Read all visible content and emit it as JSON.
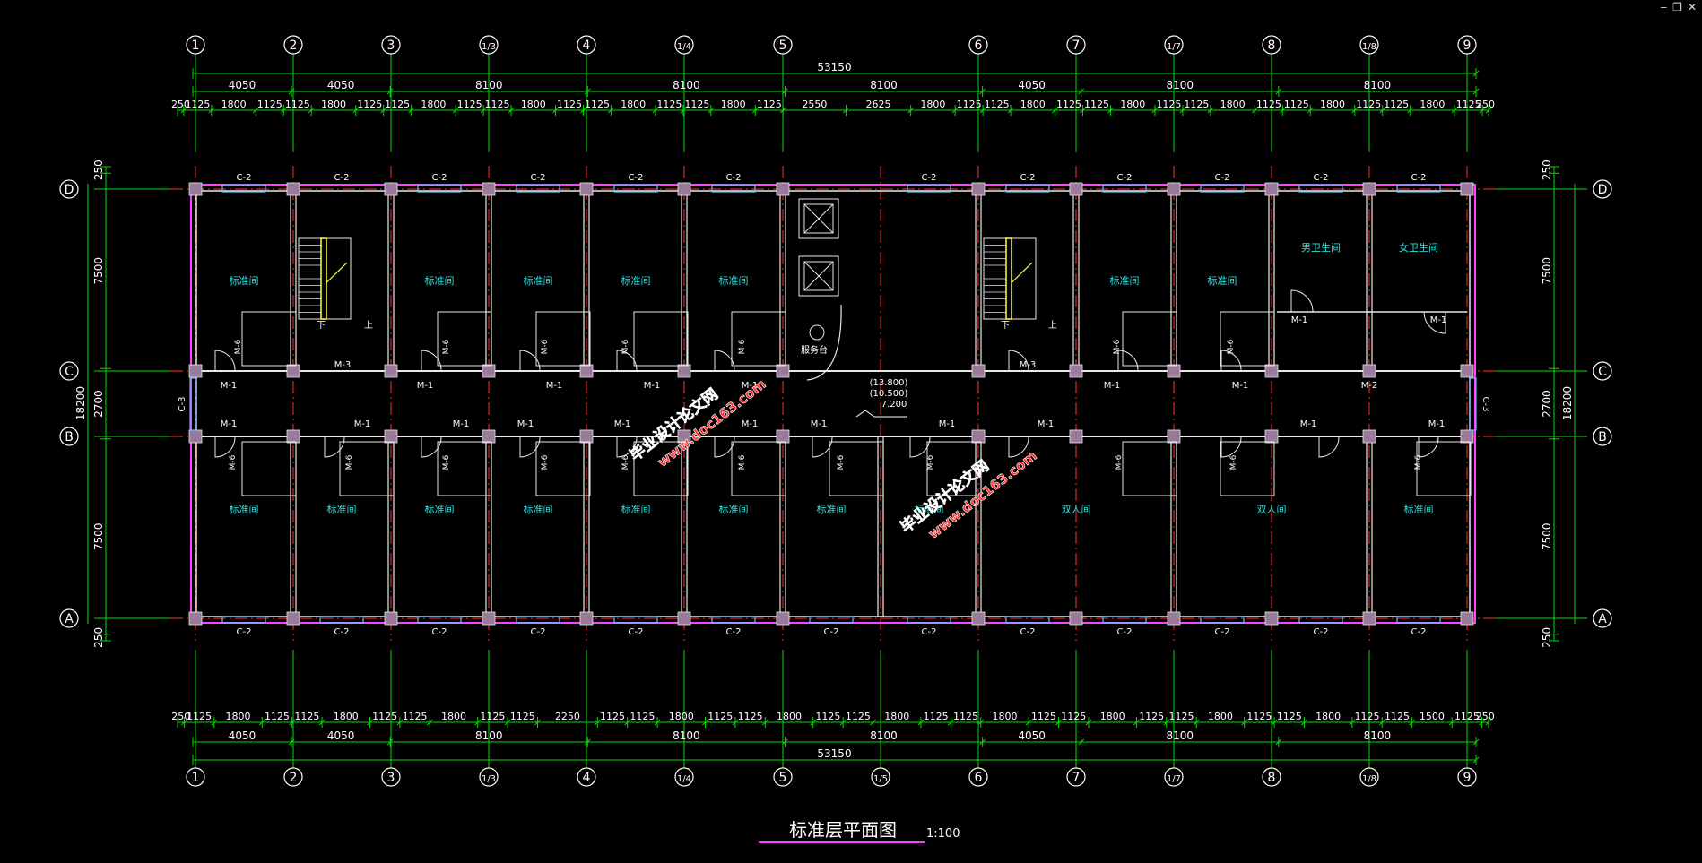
{
  "window": {
    "minimize": "‒",
    "restore": "❐",
    "close": "✕"
  },
  "colors": {
    "bg": "#000000",
    "dim": "#00dd00",
    "grid_axis": "#ff3030",
    "wall": "#e8e8e8",
    "wall_outer": "#ff40ff",
    "room_text": "#30e0e0",
    "label": "#ffffff",
    "window": "#60c0ff",
    "watermark": "#ff3030",
    "watermark_outline": "#ffffff",
    "title_line": "#ff40ff",
    "stair": "#ffff40",
    "column": "#9a7a9a"
  },
  "axes": {
    "top": [
      "1",
      "2",
      "3",
      "1/3",
      "4",
      "1/4",
      "5",
      "6",
      "7",
      "1/7",
      "8",
      "1/8",
      "9"
    ],
    "bottom": [
      "1",
      "2",
      "3",
      "1/3",
      "4",
      "1/4",
      "5",
      "1/5",
      "6",
      "7",
      "1/7",
      "8",
      "1/8",
      "9"
    ],
    "left": [
      "D",
      "C",
      "B",
      "A"
    ],
    "right": [
      "D",
      "C",
      "B",
      "A"
    ]
  },
  "dims": {
    "total": "53150",
    "top_bays": [
      "4050",
      "4050",
      "8100",
      "8100",
      "8100",
      "4050",
      "8100",
      "8100"
    ],
    "bottom_bays": [
      "4050",
      "4050",
      "8100",
      "8100",
      "8100",
      "4050",
      "8100",
      "8100"
    ],
    "top_detail": [
      "250",
      "1125",
      "1800",
      "1125",
      "1125",
      "1800",
      "1125",
      "1125",
      "1800",
      "1125",
      "1125",
      "1800",
      "1125",
      "1125",
      "1800",
      "1125",
      "1125",
      "1800",
      "1125",
      "2550",
      "2625",
      "1800",
      "1125",
      "1125",
      "1800",
      "1125",
      "1125",
      "1800",
      "1125",
      "1125",
      "1800",
      "1125",
      "1125",
      "1800",
      "1125",
      "1125",
      "1800",
      "1125",
      "250"
    ],
    "bottom_detail": [
      "250",
      "1125",
      "1800",
      "1125",
      "1125",
      "1800",
      "1125",
      "1125",
      "1800",
      "1125",
      "1125",
      "2250",
      "1125",
      "1125",
      "1800",
      "1125",
      "1125",
      "1800",
      "1125",
      "1125",
      "1800",
      "1125",
      "1125",
      "1800",
      "1125",
      "1125",
      "1800",
      "1125",
      "1125",
      "1800",
      "1125",
      "1125",
      "1800",
      "1125",
      "1125",
      "1500",
      "1125",
      "250"
    ],
    "left": [
      "250",
      "7500",
      "2700",
      "7500",
      "250"
    ],
    "left_total": "18200",
    "right": [
      "250",
      "7500",
      "2700",
      "7500",
      "250"
    ],
    "right_total": "18200"
  },
  "rooms": {
    "std": "标准间",
    "double": "双人间",
    "male_wc": "男卫生间",
    "female_wc": "女卫生间",
    "service": "服务台"
  },
  "labels": {
    "window_c2": "C-2",
    "window_c3": "C-3",
    "door_m1": "M-1",
    "door_m2": "M-2",
    "door_m3": "M-3",
    "door_m6": "M-6",
    "stair_down": "下",
    "stair_up": "上",
    "elev_1": "(13.800)",
    "elev_2": "(10.500)",
    "elev_3": "7.200"
  },
  "watermark": {
    "brand": "毕业设计论文网",
    "url": "www.doc163.com"
  },
  "title": {
    "text": "标准层平面图",
    "scale": "1:100"
  }
}
